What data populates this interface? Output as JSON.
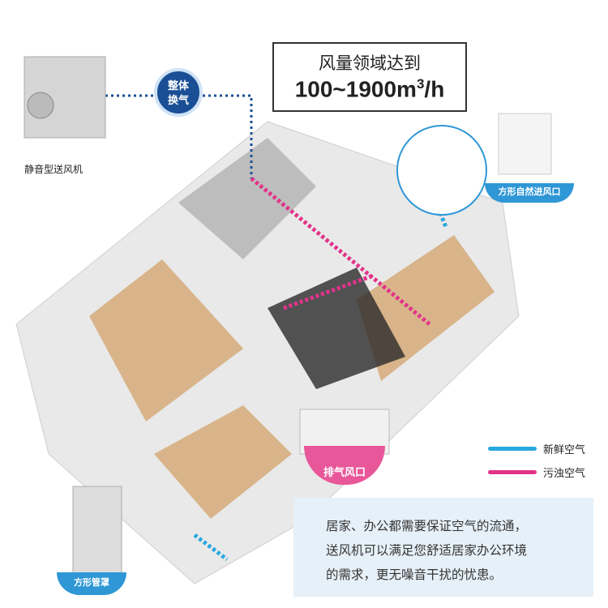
{
  "spec": {
    "line1": "风量领域达到",
    "line2": "100~1900m",
    "sup": "3",
    "unit": "/h"
  },
  "devices": {
    "blower": "静音型送风机",
    "whole_ventilation": [
      "整体",
      "换气"
    ],
    "square_inlet": "方形自然进风口",
    "exhaust_vent": "排气风口",
    "square_hood": "方形管罩"
  },
  "legend": [
    {
      "label": "新鲜空气",
      "color": "#29a8e0"
    },
    {
      "label": "污浊空气",
      "color": "#e2338a"
    }
  ],
  "description": [
    "居家、办公都需要保证空气的流通，",
    "送风机可以满足您舒适居家办公环境",
    "的需求，更无噪音干扰的忧患。"
  ],
  "colors": {
    "fresh": "#29a8e0",
    "dirty": "#e2338a",
    "badge_blue": "#2f97d6",
    "badge_pink": "#e8579a"
  }
}
